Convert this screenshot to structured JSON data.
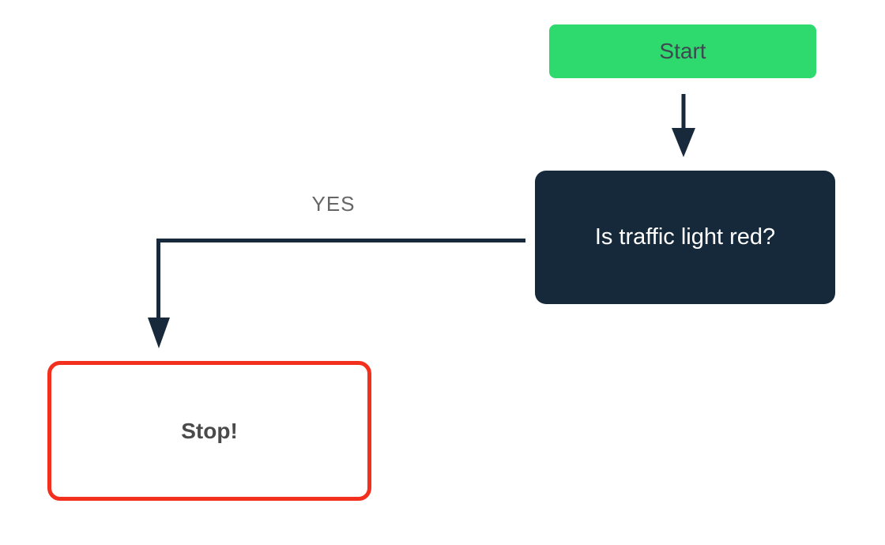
{
  "diagram": {
    "type": "flowchart",
    "background": "#ffffff",
    "colors": {
      "start_fill": "#2eda6e",
      "start_text": "#3f4850",
      "decision_fill": "#16293b",
      "decision_text": "#ffffff",
      "stop_border": "#f3301e",
      "stop_text": "#4a4a4a",
      "connector": "#17293b",
      "label_gray": "#666666"
    },
    "nodes": [
      {
        "id": "start",
        "shape": "rounded-rect",
        "label": "Start"
      },
      {
        "id": "decision",
        "shape": "rounded-rect",
        "label": "Is traffic light red?"
      },
      {
        "id": "stop",
        "shape": "rounded-rect-outlined",
        "label": "Stop!"
      }
    ],
    "edges": [
      {
        "from": "start",
        "to": "decision",
        "label": ""
      },
      {
        "from": "decision",
        "to": "stop",
        "label": "YES"
      }
    ]
  }
}
